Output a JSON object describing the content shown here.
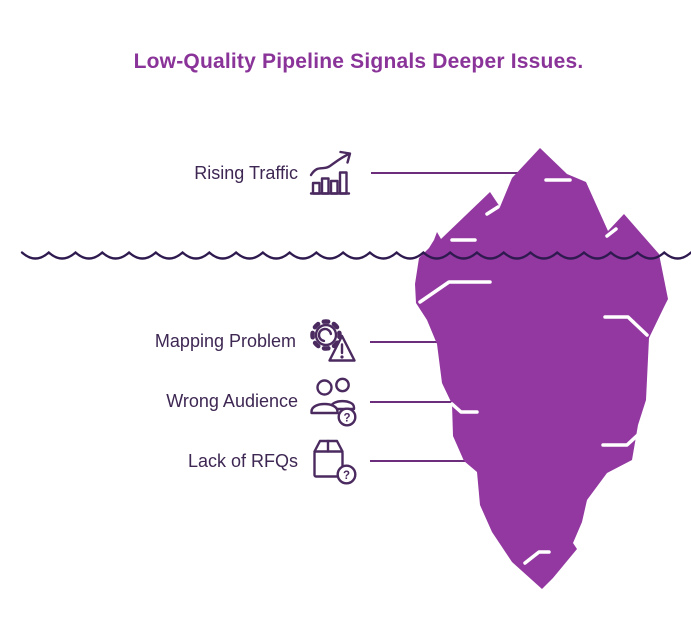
{
  "title": "Low-Quality Pipeline Signals Deeper Issues.",
  "items": [
    {
      "label": "Rising Traffic",
      "icon": "rising-traffic-chart-icon"
    },
    {
      "label": "Mapping Problem",
      "icon": "gear-warning-icon"
    },
    {
      "label": "Wrong Audience",
      "icon": "audience-question-icon"
    },
    {
      "label": "Lack of RFQs",
      "icon": "package-question-icon"
    }
  ],
  "glyphs": {
    "question": "?"
  },
  "colors": {
    "iceberg": "#9238a0",
    "title": "#8a3399",
    "label": "#3e2753",
    "icon": "#4b2a60",
    "leader": "#6b2d7c",
    "wave": "#2e1a4f",
    "accent": "#ffffff",
    "background": "#ffffff"
  }
}
